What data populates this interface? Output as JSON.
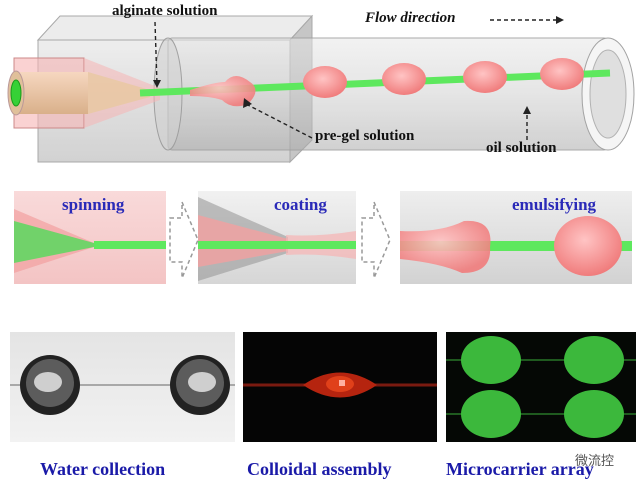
{
  "top_diagram": {
    "label_alginate": "alginate solution",
    "label_flow": "Flow direction",
    "label_pregel": "pre-gel solution",
    "label_oil": "oil solution"
  },
  "stages": {
    "spinning": "spinning",
    "coating": "coating",
    "emulsifying": "emulsifying"
  },
  "photos": {
    "water": "Water collection",
    "colloidal": "Colloidal assembly",
    "microcarrier": "Microcarrier array"
  },
  "watermark": "微流控",
  "colors": {
    "fiber_green": "#5ee85e",
    "droplet_pink": "#f49a9a",
    "stage_blue": "#2a2ab8",
    "caption_blue": "#1a1aa8"
  }
}
